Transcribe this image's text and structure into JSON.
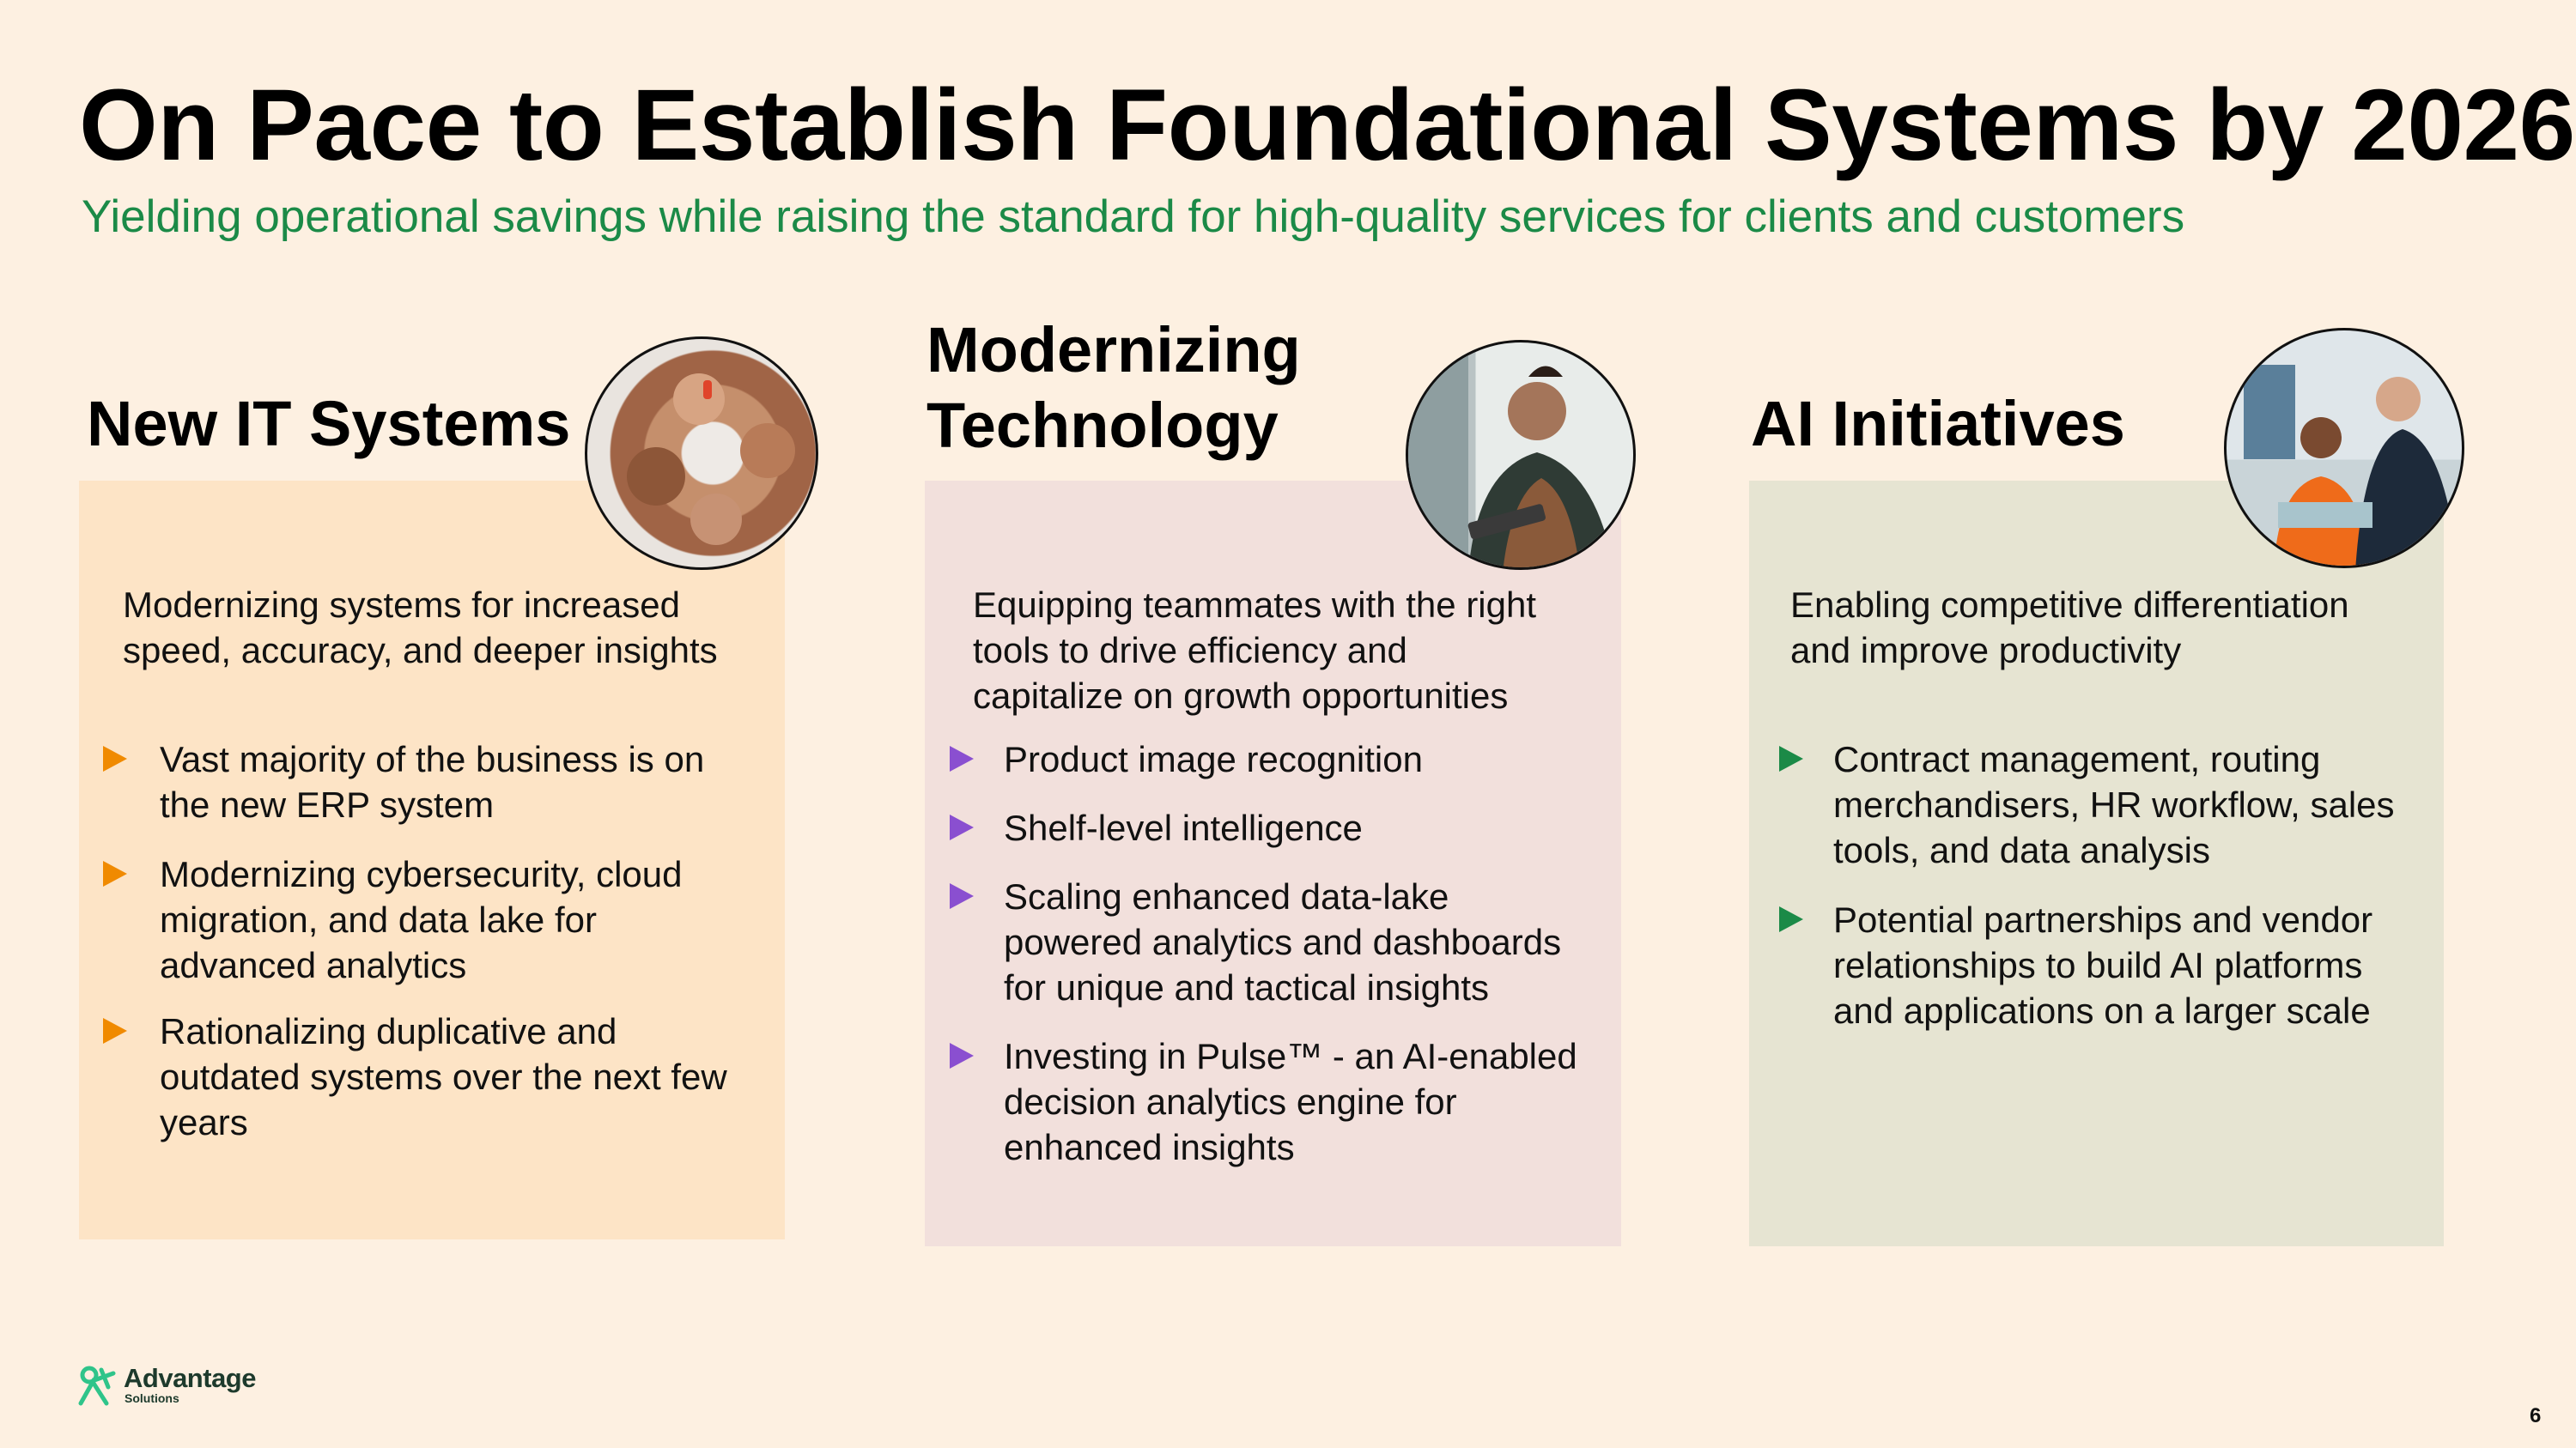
{
  "title": "On Pace to Establish Foundational Systems by 2026",
  "subtitle": "Yielding operational savings while raising the standard for high-quality services for clients and customers",
  "colors": {
    "orange_arrow": "#f08a00",
    "purple_arrow": "#8a4fd0",
    "green_arrow": "#1b8a47",
    "box1": "#fde4c6",
    "box2": "#f2e0dc",
    "box3": "#e6e4d2"
  },
  "columns": [
    {
      "heading_lines": [
        "New IT Systems"
      ],
      "photo_icon": "hands-fist-circle-photo",
      "intro": [
        "Modernizing systems for increased",
        "speed, accuracy, and deeper insights"
      ],
      "bullets": [
        [
          "Vast majority of the business is on",
          "the new ERP system"
        ],
        [
          "Modernizing cybersecurity, cloud",
          "migration, and data lake for",
          "advanced analytics"
        ],
        [
          "Rationalizing duplicative and",
          "outdated systems over the next few",
          "years"
        ]
      ]
    },
    {
      "heading_lines": [
        "Modernizing",
        "Technology"
      ],
      "photo_icon": "worker-with-tablet-photo",
      "intro": [
        "Equipping teammates with the right",
        "tools to drive efficiency and",
        "capitalize on growth opportunities"
      ],
      "bullets": [
        [
          "Product image recognition"
        ],
        [
          "Shelf-level intelligence"
        ],
        [
          "Scaling enhanced data-lake",
          "powered analytics and dashboards",
          "for unique and tactical insights"
        ],
        [
          "Investing in Pulse™ - an AI-enabled",
          "decision analytics engine for",
          "enhanced insights"
        ]
      ]
    },
    {
      "heading_lines": [
        "AI Initiatives"
      ],
      "photo_icon": "colleagues-at-laptop-photo",
      "intro": [
        "Enabling competitive differentiation",
        "and improve productivity"
      ],
      "bullets": [
        [
          "Contract management, routing",
          "merchandisers, HR workflow, sales",
          "tools, and data analysis"
        ],
        [
          "Potential partnerships and vendor",
          "relationships to build AI platforms",
          "and applications on a larger scale"
        ]
      ]
    }
  ],
  "logo": {
    "name": "Advantage",
    "sub": "Solutions"
  },
  "page_number": "6"
}
